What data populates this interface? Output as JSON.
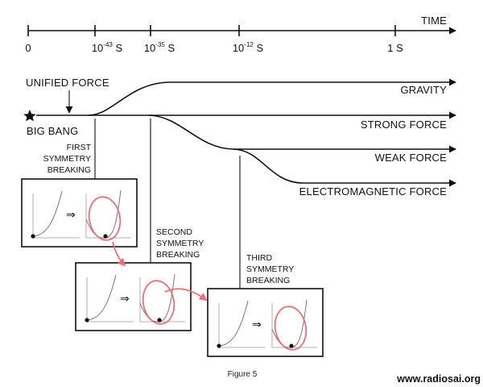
{
  "timeline": {
    "axis_label": "TIME",
    "ticks": [
      {
        "base": "0",
        "exp": "",
        "unit": ""
      },
      {
        "base": "10",
        "exp": "-43",
        "unit": " S"
      },
      {
        "base": "10",
        "exp": "-35",
        "unit": " S"
      },
      {
        "base": "10",
        "exp": "-12",
        "unit": " S"
      },
      {
        "base": "1 S",
        "exp": "",
        "unit": ""
      }
    ]
  },
  "labels": {
    "unified_force": "UNIFIED FORCE",
    "big_bang": "BIG BANG",
    "gravity": "GRAVITY",
    "strong_force": "STRONG FORCE",
    "weak_force": "WEAK FORCE",
    "electromagnetic_force": "ELECTROMAGNETIC FORCE"
  },
  "symmetry_breaking": {
    "first": [
      "FIRST",
      "SYMMETRY",
      "BREAKING"
    ],
    "second": [
      "SECOND",
      "SYMMETRY",
      "BREAKING"
    ],
    "third": [
      "THIRD",
      "SYMMETRY",
      "BREAKING"
    ]
  },
  "caption": "Figure 5",
  "watermark": "www.radiosai.org",
  "colors": {
    "ink": "#111111",
    "highlight": "#e96f7a"
  },
  "icons": {
    "origin": "star-icon",
    "transition": "double-arrow-icon"
  }
}
